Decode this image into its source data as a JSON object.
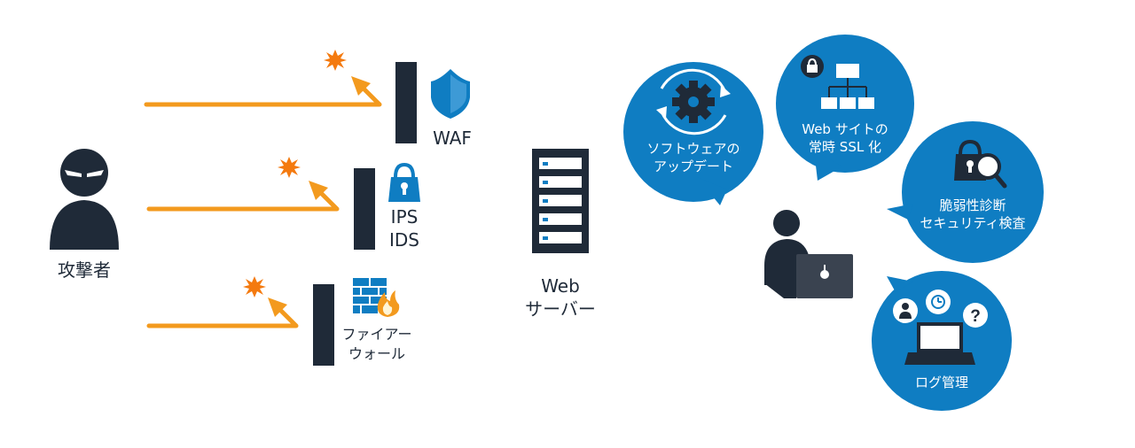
{
  "attacker": {
    "label": "攻撃者"
  },
  "defenses": [
    {
      "label_lines": [
        "WAF"
      ]
    },
    {
      "label_lines": [
        "IPS",
        "IDS"
      ]
    },
    {
      "label_lines": [
        "ファイアー",
        "ウォール"
      ]
    }
  ],
  "server": {
    "label_lines": [
      "Web",
      "サーバー"
    ]
  },
  "measures": [
    {
      "label_lines": [
        "ソフトウェアの",
        "アップデート"
      ]
    },
    {
      "label_lines": [
        "Web サイトの",
        "常時 SSL 化"
      ]
    },
    {
      "label_lines": [
        "脆弱性診断",
        "セキュリティ検査"
      ]
    },
    {
      "label_lines": [
        "ログ管理"
      ]
    }
  ],
  "colors": {
    "navy": "#1f2a38",
    "orange": "#f39a1e",
    "blue": "#0f7dc2",
    "spark": "#f47a0f"
  }
}
